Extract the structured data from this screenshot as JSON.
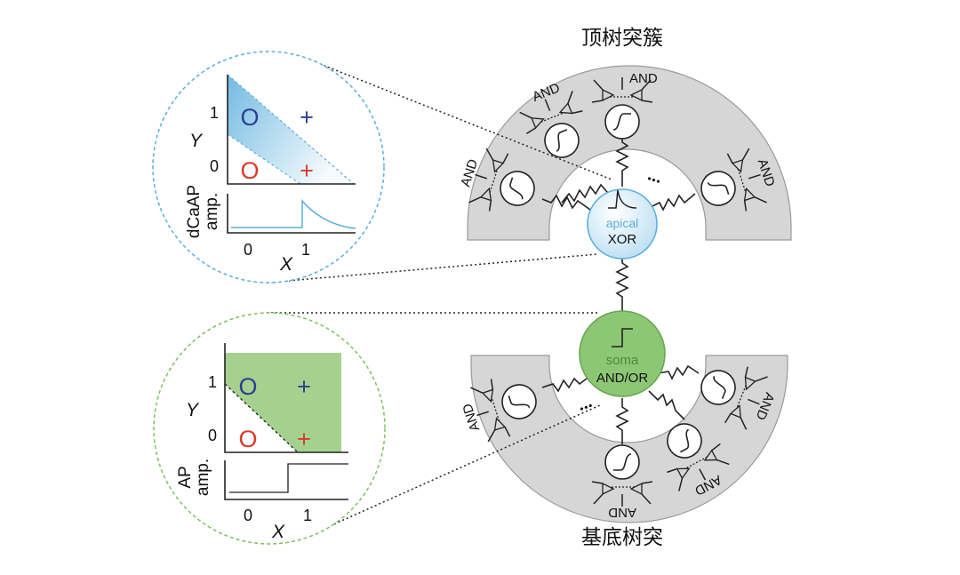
{
  "labels": {
    "apical_tree": "顶树突簇",
    "basal_tree": "基底树突",
    "and_gate": "AND",
    "apical_name": "apical",
    "apical_function": "XOR",
    "soma_name": "soma",
    "soma_function": "AND/OR",
    "ellipsis": "•••"
  },
  "top_inset": {
    "y_axis": "Y",
    "x_axis": "X",
    "y_ticks": [
      "1",
      "0"
    ],
    "x_ticks": [
      "0",
      "1"
    ],
    "trace_label_line1": "dCaAP",
    "trace_label_line2": "amp.",
    "marker_circle": "O",
    "marker_plus": "+"
  },
  "bottom_inset": {
    "y_axis": "Y",
    "x_axis": "X",
    "y_ticks": [
      "1",
      "0"
    ],
    "x_ticks": [
      "0",
      "1"
    ],
    "trace_label_line1": "AP",
    "trace_label_line2": "amp.",
    "marker_circle": "O",
    "marker_plus": "+"
  },
  "colors": {
    "apical_blue": "#5aaedc",
    "soma_green": "#8cc774",
    "marker_blue": "#2c3f94",
    "marker_red": "#d93a2b",
    "ring_gray": "#d6d6d6"
  }
}
